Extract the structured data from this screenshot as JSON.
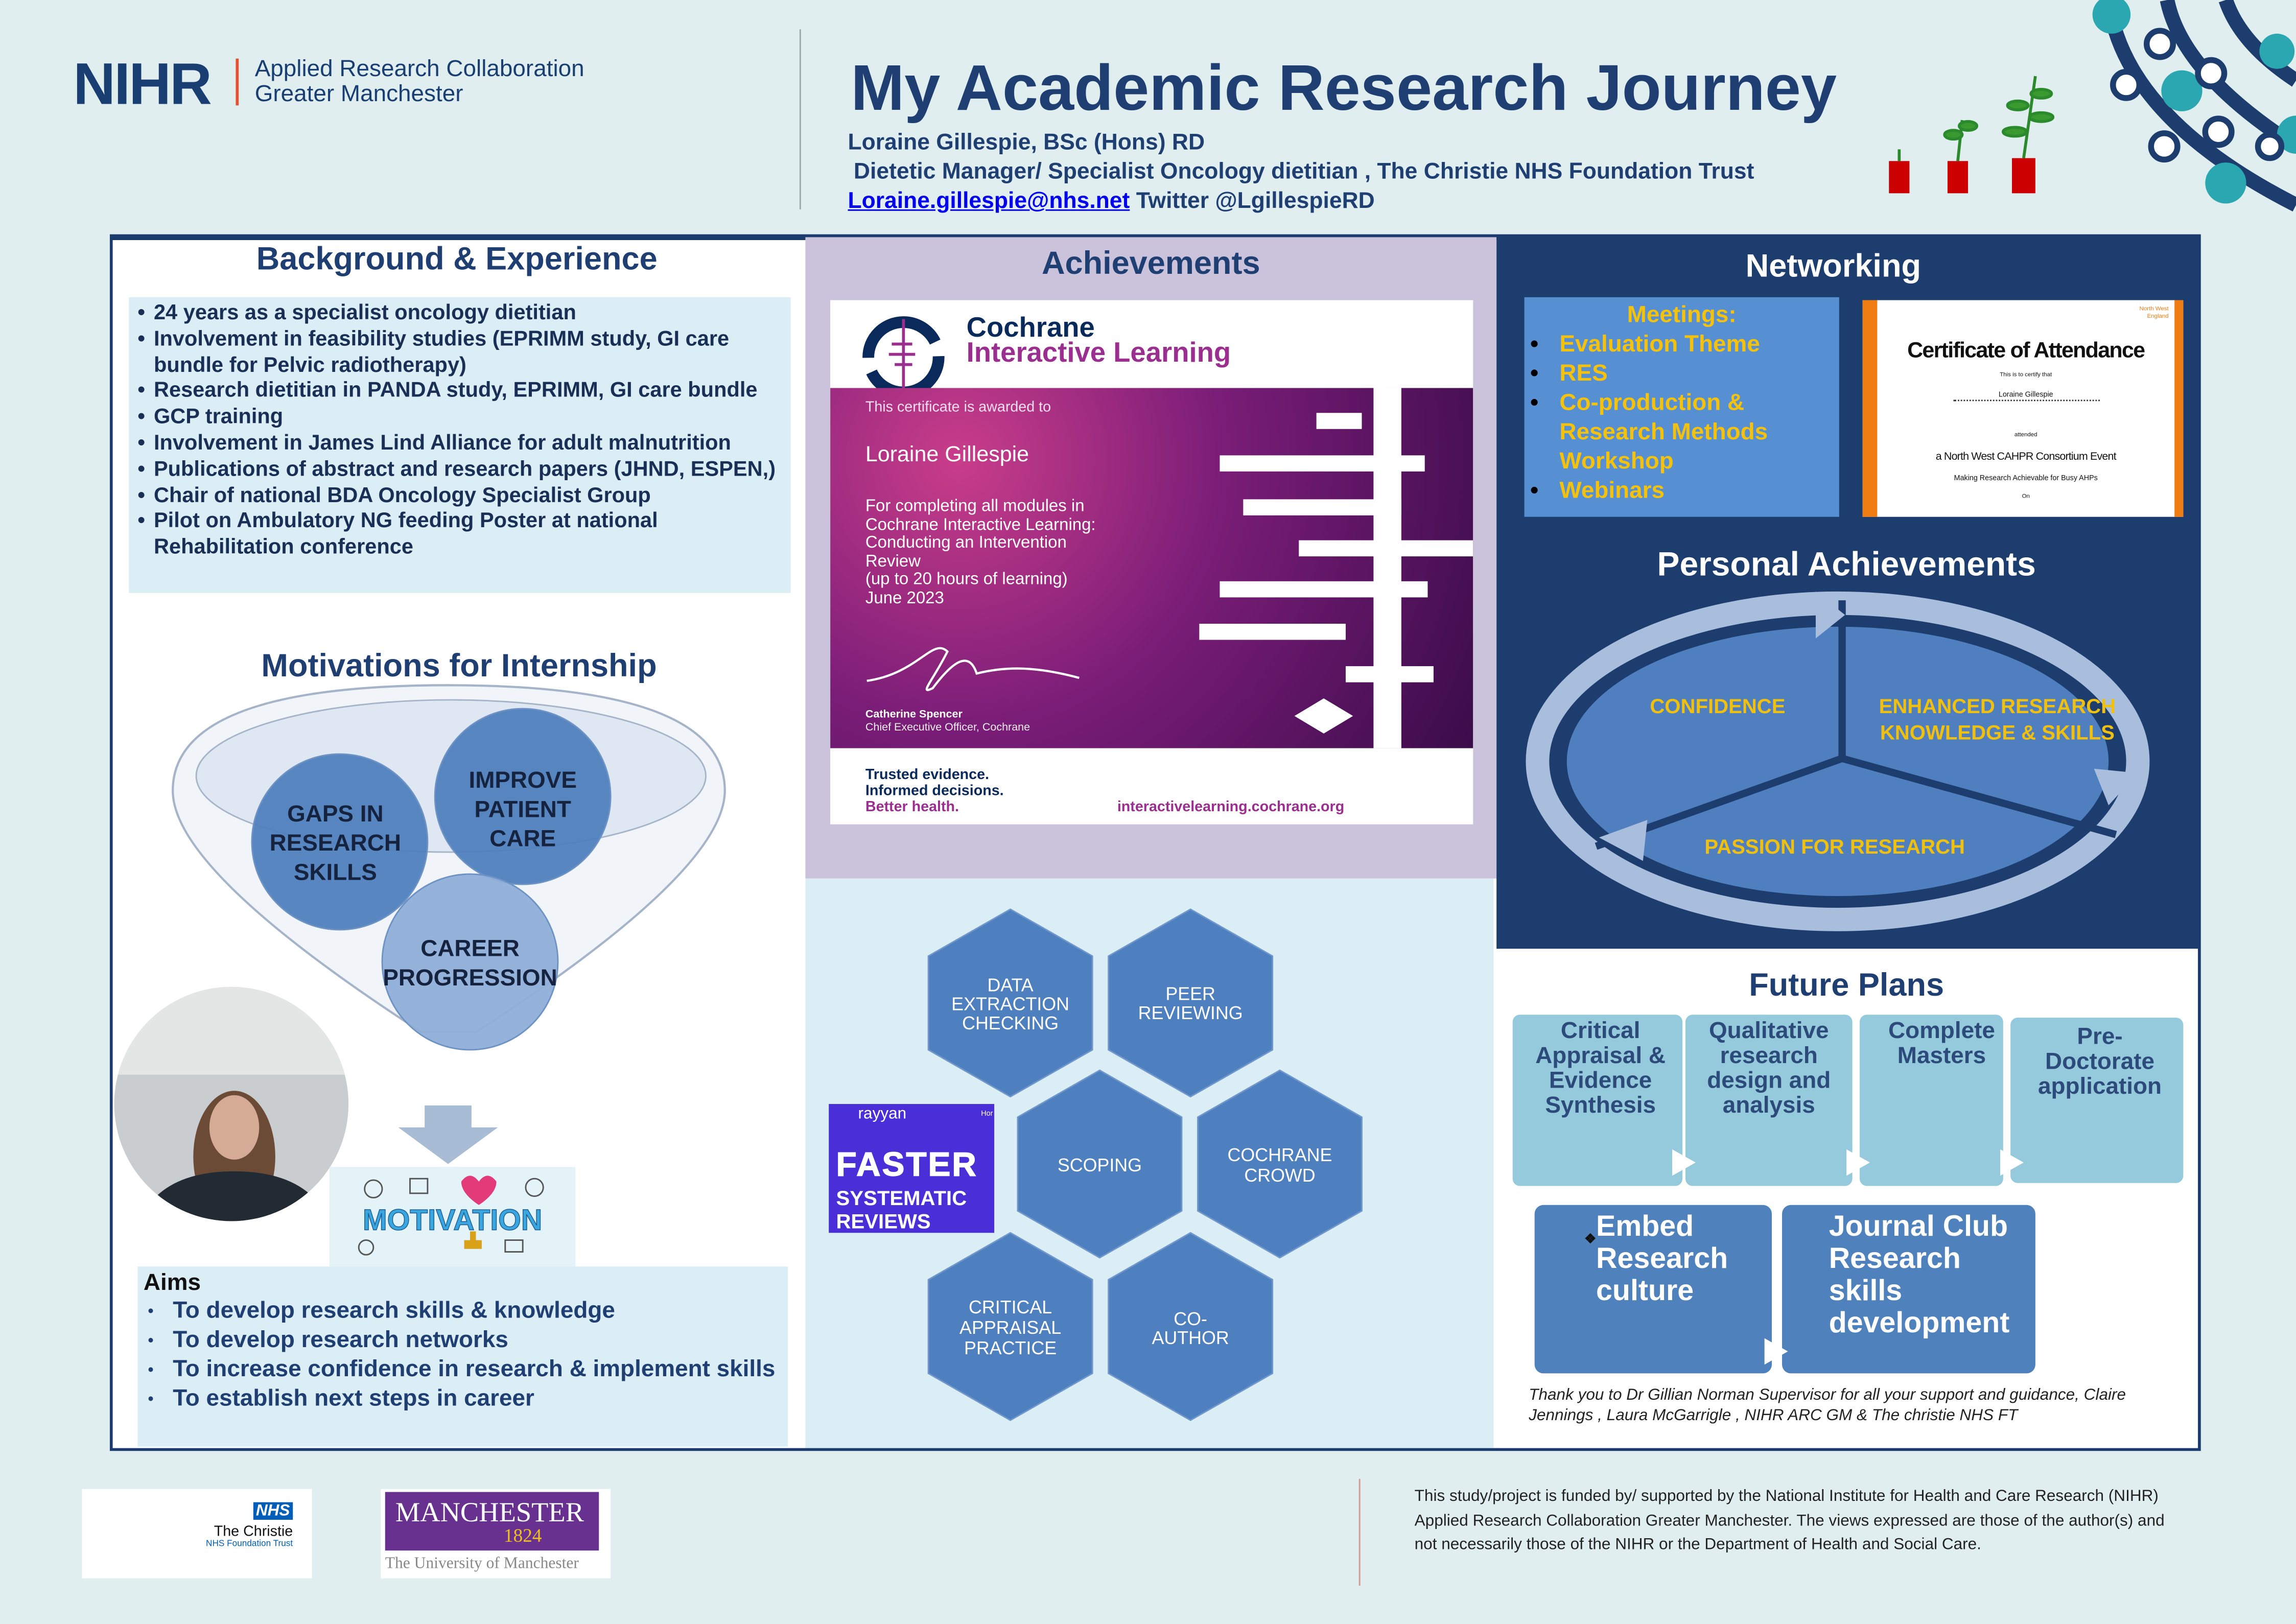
{
  "header": {
    "logo_nihr": "NIHR",
    "logo_sub1": "Applied Research Collaboration",
    "logo_sub2": "Greater Manchester",
    "title": "My Academic Research Journey",
    "author": "Loraine Gillespie, BSc (Hons) RD",
    "role": "Dietetic Manager/ Specialist Oncology dietitian , The Christie NHS Foundation Trust",
    "email": "Loraine.gillespie@nhs.net",
    "twitter": "Twitter @LgillespieRD"
  },
  "background": {
    "title": "Background & Experience",
    "items": [
      "24 years as a specialist oncology dietitian",
      "Involvement in feasibility studies (EPRIMM study, GI care bundle for Pelvic radiotherapy)",
      "Research dietitian in PANDA study, EPRIMM, GI care bundle",
      "GCP training",
      "Involvement in James Lind Alliance for adult malnutrition",
      "Publications of abstract and research papers (JHND, ESPEN,)",
      "Chair of national BDA Oncology Specialist Group",
      "Pilot on Ambulatory NG feeding Poster at national Rehabilitation conference"
    ]
  },
  "motivations": {
    "title": "Motivations for Internship",
    "gaps": [
      "GAPS IN",
      "RESEARCH",
      "SKILLS"
    ],
    "improve": [
      "IMPROVE",
      "PATIENT",
      "CARE"
    ],
    "career": [
      "CAREER",
      "PROGRESSION"
    ],
    "motivation_word": "MOTIVATION"
  },
  "aims": {
    "title": "Aims",
    "items": [
      "To develop research skills & knowledge",
      "To develop research  networks",
      "To increase confidence in research & implement skills",
      "To establish next steps in career"
    ]
  },
  "achievements": {
    "title": "Achievements",
    "cochrane": {
      "brand1": "Cochrane",
      "brand2": "Interactive Learning",
      "awarded": "This certificate is awarded to",
      "name": "Loraine Gillespie",
      "body": [
        "For completing all modules in",
        "Cochrane Interactive Learning:",
        "Conducting an Intervention",
        "Review",
        "(up to 20 hours of learning)",
        "June 2023"
      ],
      "signer": "Catherine Spencer",
      "signer_role": "Chief Executive Officer, Cochrane",
      "tag1": "Trusted evidence.",
      "tag2": "Informed decisions.",
      "tag3": "Better health.",
      "url": "interactivelearning.cochrane.org"
    },
    "hexagons": [
      [
        "DATA",
        "EXTRACTION",
        "CHECKING"
      ],
      [
        "PEER",
        "REVIEWING"
      ],
      [
        "SCOPING"
      ],
      [
        "COCHRANE",
        "CROWD"
      ],
      [
        "CRITICAL",
        "APPRAISAL",
        "PRACTICE"
      ],
      [
        "CO-",
        "AUTHOR"
      ]
    ],
    "rayyan": {
      "brand": "rayyan",
      "nav": "Hor",
      "line1": "FASTER",
      "line2": "SYSTEMATIC",
      "line3": "REVIEWS"
    }
  },
  "networking": {
    "title": "Networking",
    "meetings_title": "Meetings:",
    "meetings": [
      "Evaluation Theme",
      "RES",
      "Co-production & Research Methods Workshop",
      "Webinars"
    ],
    "certificate": {
      "org": "North West England",
      "title": "Certificate of Attendance",
      "certify": "This is to certify that",
      "name": "Loraine Gillespie",
      "attended": "attended",
      "event": "a North West CAHPR Consortium Event",
      "subtitle": "Making Research Achievable for Busy AHPs",
      "on": "On"
    }
  },
  "personal": {
    "title": "Personal Achievements",
    "confidence": "CONFIDENCE",
    "enhanced": [
      "ENHANCED RESEARCH",
      "KNOWLEDGE & SKILLS"
    ],
    "passion": "PASSION FOR RESEARCH"
  },
  "future": {
    "title": "Future Plans",
    "steps": [
      "Critical Appraisal & Evidence Synthesis",
      "Qualitative research design and analysis",
      "Complete Masters",
      "Pre-Doctorate application"
    ],
    "embed": "Embed Research culture",
    "journal": "Journal Club Research skills development",
    "thanks": "Thank you to  Dr Gillian Norman Supervisor for all your support and guidance, Claire Jennings , Laura McGarrigle , NIHR ARC GM  & The christie NHS FT"
  },
  "footer": {
    "christie_nhs": "NHS",
    "christie_name": "The Christie",
    "christie_sub": "NHS Foundation Trust",
    "manchester": "MANCHESTER",
    "manchester_year": "1824",
    "manchester_sub": "The University of Manchester",
    "funding": "This study/project is funded by/ supported by the National Institute for Health and Care Research (NIHR) Applied Research Collaboration Greater Manchester. The views expressed are those of the author(s) and not necessarily those of the NIHR or the Department of Health and Social Care."
  },
  "colors": {
    "navy": "#1c3d6e",
    "title": "#1f3f73",
    "accent_yellow": "#f4c20d",
    "hex_blue": "#4e7fbe",
    "light_panel": "#dbeef5",
    "purple_panel": "#cbc3dc"
  }
}
